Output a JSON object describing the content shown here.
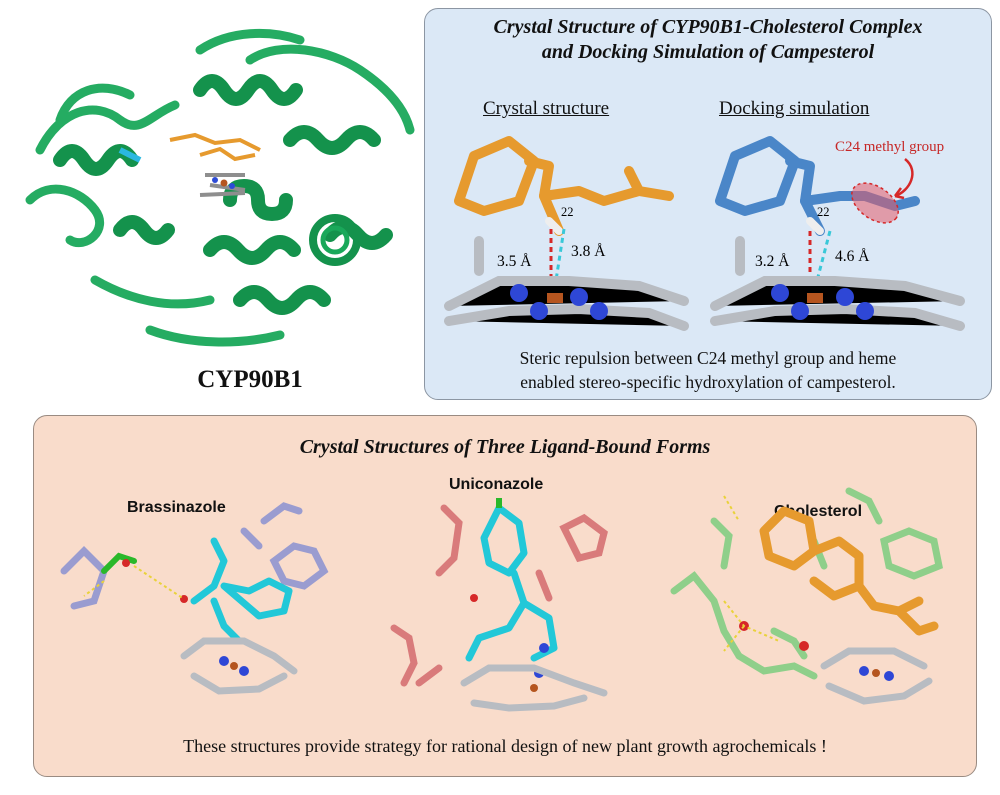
{
  "protein": {
    "label": "CYP90B1"
  },
  "top_panel": {
    "title_line1": "Crystal Structure of CYP90B1-Cholesterol Complex",
    "title_line2": "and Docking Simulation of Campesterol",
    "crystal": {
      "label": "Crystal structure",
      "atom_number": "22",
      "distance_a": "3.5 Å",
      "distance_b": "3.8 Å"
    },
    "docking": {
      "label": "Docking simulation",
      "atom_number": "22",
      "distance_a": "3.2 Å",
      "distance_b": "4.6 Å",
      "annotation": "C24 methyl group"
    },
    "caption_line1": "Steric repulsion between C24 methyl group and heme",
    "caption_line2": "enabled stereo-specific hydroxylation of campesterol."
  },
  "bottom_panel": {
    "title": "Crystal Structures of Three Ligand-Bound Forms",
    "ligands": [
      "Brassinazole",
      "Uniconazole",
      "Cholesterol"
    ],
    "caption": "These structures provide strategy for  rational design of new plant growth agrochemicals !"
  },
  "colors": {
    "protein_ribbon": "#1aa85a",
    "ligand_orange": "#e69a2e",
    "campesterol_blue": "#4a86c8",
    "brassinazole_cyan": "#22c8d8",
    "residue_lavender": "#9a9cd0",
    "residue_salmon": "#d97b7b",
    "residue_green": "#8fcf8a",
    "heme_gray": "#9aa0a6",
    "top_panel_bg": "#dbe8f6",
    "bottom_panel_bg": "#f9dccb"
  }
}
